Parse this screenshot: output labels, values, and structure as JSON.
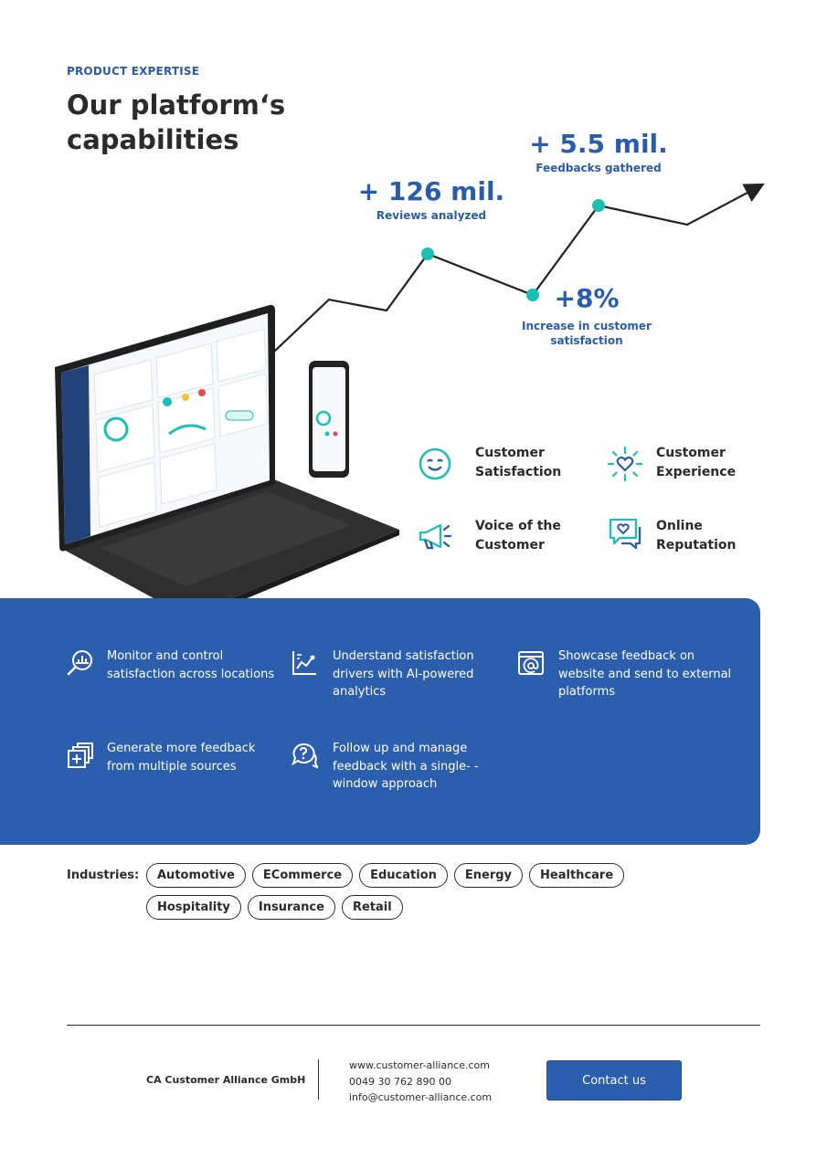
{
  "header": {
    "eyebrow": "PRODUCT EXPERTISE",
    "title": "Our platform‘s capabilities"
  },
  "stats": [
    {
      "value": "+ 126 mil.",
      "label": "Reviews analyzed"
    },
    {
      "value": "+ 5.5 mil.",
      "label": "Feedbacks gathered"
    },
    {
      "value": "+8%",
      "label": "Increase in customer satisfaction"
    }
  ],
  "growth_line": {
    "color": "#222222",
    "marker_color": "#1bbfb3"
  },
  "capabilities": [
    {
      "icon": "smiley-face-icon",
      "label": "Customer Satisfaction"
    },
    {
      "icon": "sparkle-heart-icon",
      "label": "Customer Experience"
    },
    {
      "icon": "megaphone-icon",
      "label": "Voice of the Customer"
    },
    {
      "icon": "chat-heart-icon",
      "label": "Online Reputation"
    }
  ],
  "features": [
    {
      "icon": "magnifier-chart-icon",
      "text": "Monitor and control satisfaction across locations"
    },
    {
      "icon": "line-chart-icon",
      "text": "Understand satisfaction drivers with AI-powered analytics"
    },
    {
      "icon": "browser-at-icon",
      "text": "Showcase feedback on website and send to external platforms"
    },
    {
      "icon": "stacked-plus-icon",
      "text": "Generate more feedback from multiple sources"
    },
    {
      "icon": "question-chat-icon",
      "text": "Follow up and manage feedback with a single- -window approach"
    }
  ],
  "industries": {
    "label": "Industries:",
    "items": [
      "Automotive",
      "ECommerce",
      "Education",
      "Energy",
      "Healthcare",
      "Hospitality",
      "Insurance",
      "Retail"
    ]
  },
  "footer": {
    "company": "CA Customer Alliance GmbH",
    "website": "www.customer-alliance.com",
    "phone": "0049  30 762 890 00",
    "email": "info@customer-alliance.com",
    "cta": "Contact us"
  },
  "colors": {
    "brand_blue": "#2b5fae",
    "accent_teal": "#1bbfb3",
    "text_dark": "#2b2b2b"
  }
}
